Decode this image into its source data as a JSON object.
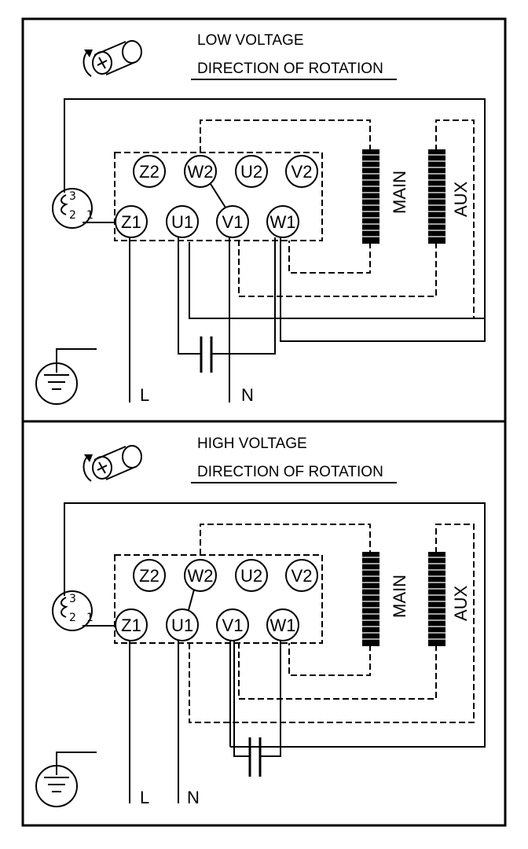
{
  "panels": [
    {
      "id": "low",
      "title_voltage": "LOW VOLTAGE",
      "title_rotation": "DIRECTION OF ROTATION",
      "terminals_top": [
        "Z2",
        "W2",
        "U2",
        "V2"
      ],
      "terminals_bottom": [
        "Z1",
        "U1",
        "V1",
        "W1"
      ],
      "coil_main": "MAIN",
      "coil_aux": "AUX",
      "switch_labels": [
        "3",
        "2",
        "1"
      ],
      "line_labels": [
        "L",
        "N"
      ]
    },
    {
      "id": "high",
      "title_voltage": "HIGH VOLTAGE",
      "title_rotation": "DIRECTION OF ROTATION",
      "terminals_top": [
        "Z2",
        "W2",
        "U2",
        "V2"
      ],
      "terminals_bottom": [
        "Z1",
        "U1",
        "V1",
        "W1"
      ],
      "coil_main": "MAIN",
      "coil_aux": "AUX",
      "switch_labels": [
        "3",
        "2",
        "1"
      ],
      "line_labels": [
        "L",
        "N"
      ]
    }
  ]
}
